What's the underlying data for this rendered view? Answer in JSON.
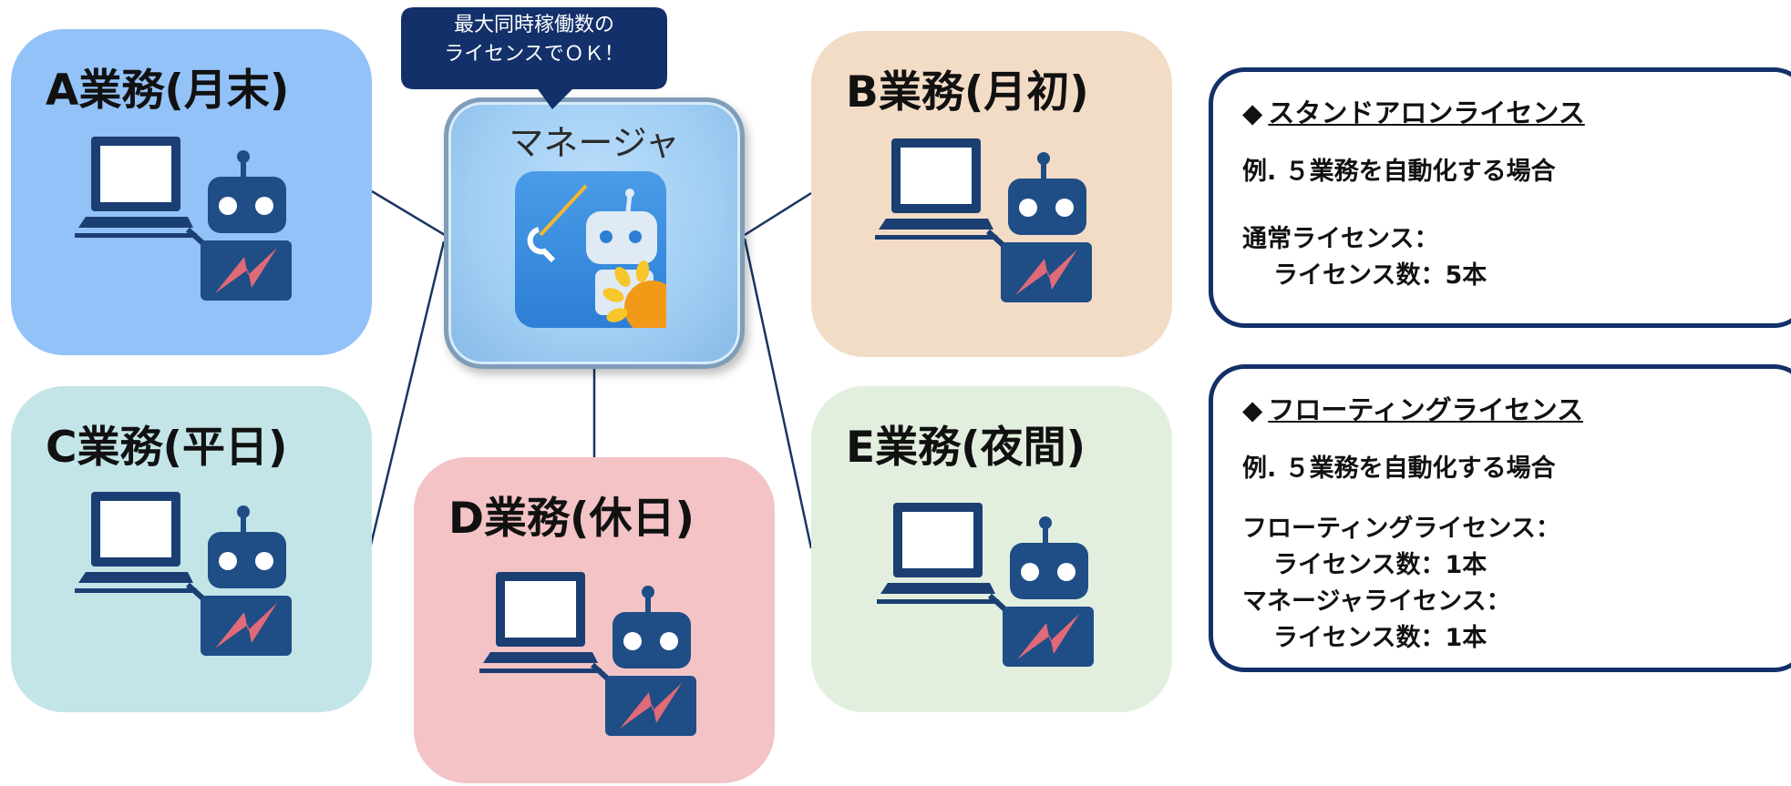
{
  "manager": {
    "label": "マネージャ",
    "callout_line1": "最大同時稼働数の",
    "callout_line2": "ライセンスでＯＫ！"
  },
  "tasks": [
    {
      "title": "A業務(月末)",
      "color": "#93c2f8"
    },
    {
      "title": "B業務(月初)",
      "color": "#f3dcc6"
    },
    {
      "title": "C業務(平日)",
      "color": "#c4e5e8"
    },
    {
      "title": "D業務(休日)",
      "color": "#f3c3c6"
    },
    {
      "title": "E業務(夜間)",
      "color": "#e2efde"
    }
  ],
  "standalone": {
    "marker": "◆",
    "heading": "スタンドアロンライセンス",
    "example": "例. ５業務を自動化する場合",
    "line1": "通常ライセンス：",
    "line2": "ライセンス数：5本"
  },
  "floating": {
    "marker": "◆",
    "heading": "フローティングライセンス",
    "example": "例. ５業務を自動化する場合",
    "line1": "フローティングライセンス：",
    "line2": "ライセンス数：1本",
    "line3": "マネージャライセンス：",
    "line4": "ライセンス数：1本"
  },
  "colors": {
    "navy": "#13306a",
    "robot_blue": "#1f4d86",
    "laptop_blue": "#1b3f73",
    "bolt": "#e06a78"
  }
}
